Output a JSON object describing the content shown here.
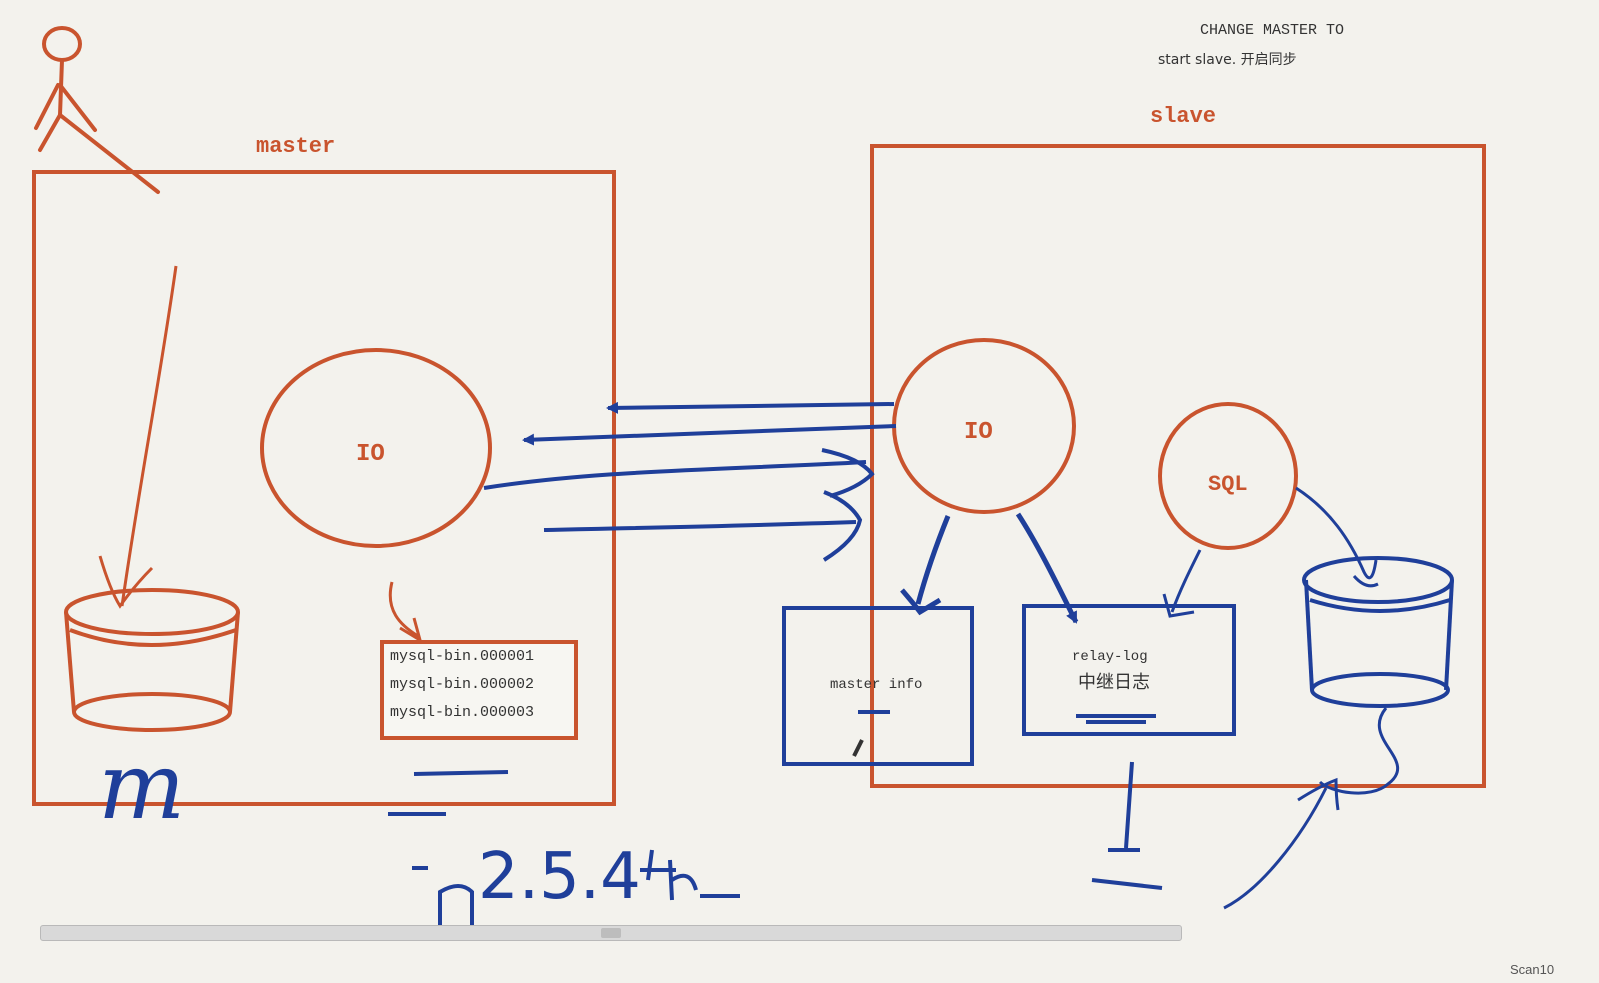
{
  "header": {
    "line1": "CHANGE MASTER TO",
    "line2": "start slave. 开启同步"
  },
  "master": {
    "title": "master",
    "io_label": "IO",
    "binlog_files": [
      "mysql-bin.000001",
      "mysql-bin.000002",
      "mysql-bin.000003"
    ],
    "db_handwritten_label": "m"
  },
  "slave": {
    "title": "slave",
    "io_label": "IO",
    "sql_label": "SQL",
    "master_info_label": "master info",
    "relay_log_label": "relay-log",
    "relay_log_cn": "中继日志"
  },
  "handwritten_note": "2.5.4",
  "window": {
    "corner_text": "Scan10"
  },
  "colors": {
    "orange": "#c9542e",
    "blue": "#1f3f9a",
    "paper": "#f3f2ed"
  }
}
